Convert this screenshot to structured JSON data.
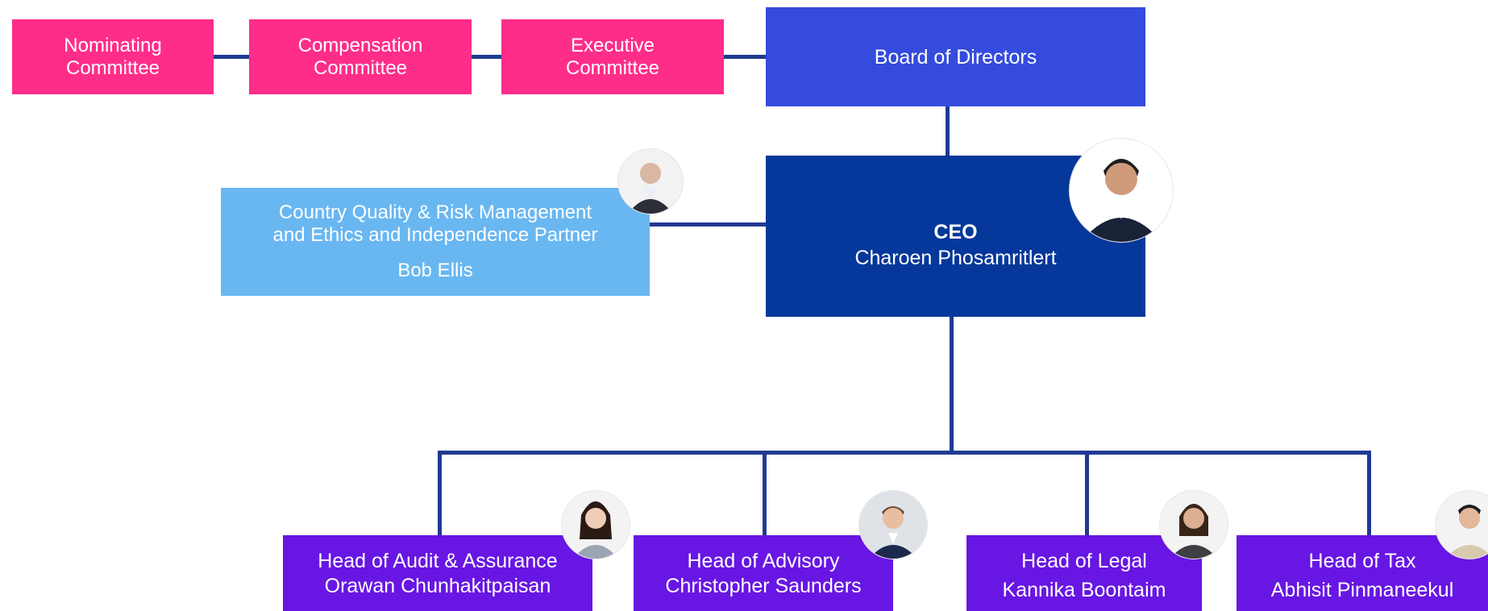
{
  "committees": [
    {
      "line1": "Nominating",
      "line2": "Committee"
    },
    {
      "line1": "Compensation",
      "line2": "Committee"
    },
    {
      "line1": "Executive",
      "line2": "Committee"
    }
  ],
  "board": {
    "label": "Board of Directors"
  },
  "ceo": {
    "title": "CEO",
    "name": "Charoen Phosamritlert"
  },
  "quality": {
    "line1": "Country Quality & Risk Management",
    "line2": "and Ethics and Independence Partner",
    "name": "Bob Ellis"
  },
  "heads": [
    {
      "title": "Head of Audit & Assurance",
      "name": "Orawan Chunhakitpaisan"
    },
    {
      "title": "Head of Advisory",
      "name": "Christopher Saunders"
    },
    {
      "title": "Head of Legal",
      "name": "Kannika Boontaim"
    },
    {
      "title": "Head of Tax",
      "name": "Abhisit Pinmaneekul"
    }
  ],
  "colors": {
    "committee": "#ff2d8a",
    "board": "#344bdd",
    "ceo": "#05389a",
    "quality": "#69b7f1",
    "head": "#6816e3",
    "connector": "#1f3a93"
  }
}
